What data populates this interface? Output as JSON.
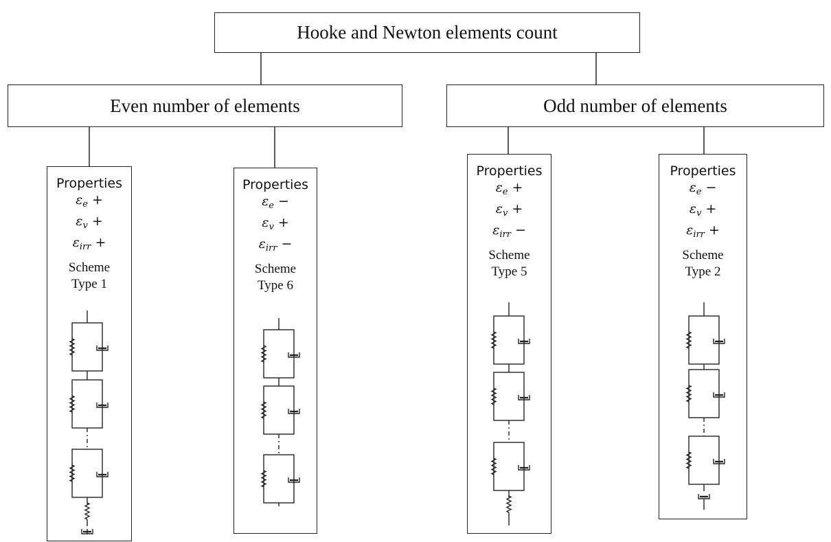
{
  "root": {
    "title": "Hooke and Newton elements count"
  },
  "branches": [
    {
      "title": "Even number of elements"
    },
    {
      "title": "Odd number of elements"
    }
  ],
  "columns": [
    {
      "heading": "Properties",
      "properties": [
        {
          "symbol": "ε",
          "sub": "e",
          "sign": "+"
        },
        {
          "symbol": "ε",
          "sub": "v",
          "sign": "+"
        },
        {
          "symbol": "ε",
          "sub": "irr",
          "sign": "+"
        }
      ],
      "scheme_line1": "Scheme",
      "scheme_line2": "Type 1"
    },
    {
      "heading": "Properties",
      "properties": [
        {
          "symbol": "ε",
          "sub": "e",
          "sign": "−"
        },
        {
          "symbol": "ε",
          "sub": "v",
          "sign": "+"
        },
        {
          "symbol": "ε",
          "sub": "irr",
          "sign": "−"
        }
      ],
      "scheme_line1": "Scheme",
      "scheme_line2": "Type 6"
    },
    {
      "heading": "Properties",
      "properties": [
        {
          "symbol": "ε",
          "sub": "e",
          "sign": "+"
        },
        {
          "symbol": "ε",
          "sub": "v",
          "sign": "+"
        },
        {
          "symbol": "ε",
          "sub": "irr",
          "sign": "−"
        }
      ],
      "scheme_line1": "Scheme",
      "scheme_line2": "Type 5"
    },
    {
      "heading": "Properties",
      "properties": [
        {
          "symbol": "ε",
          "sub": "e",
          "sign": "−"
        },
        {
          "symbol": "ε",
          "sub": "v",
          "sign": "+"
        },
        {
          "symbol": "ε",
          "sub": "irr",
          "sign": "+"
        }
      ],
      "scheme_line1": "Scheme",
      "scheme_line2": "Type 2"
    }
  ]
}
